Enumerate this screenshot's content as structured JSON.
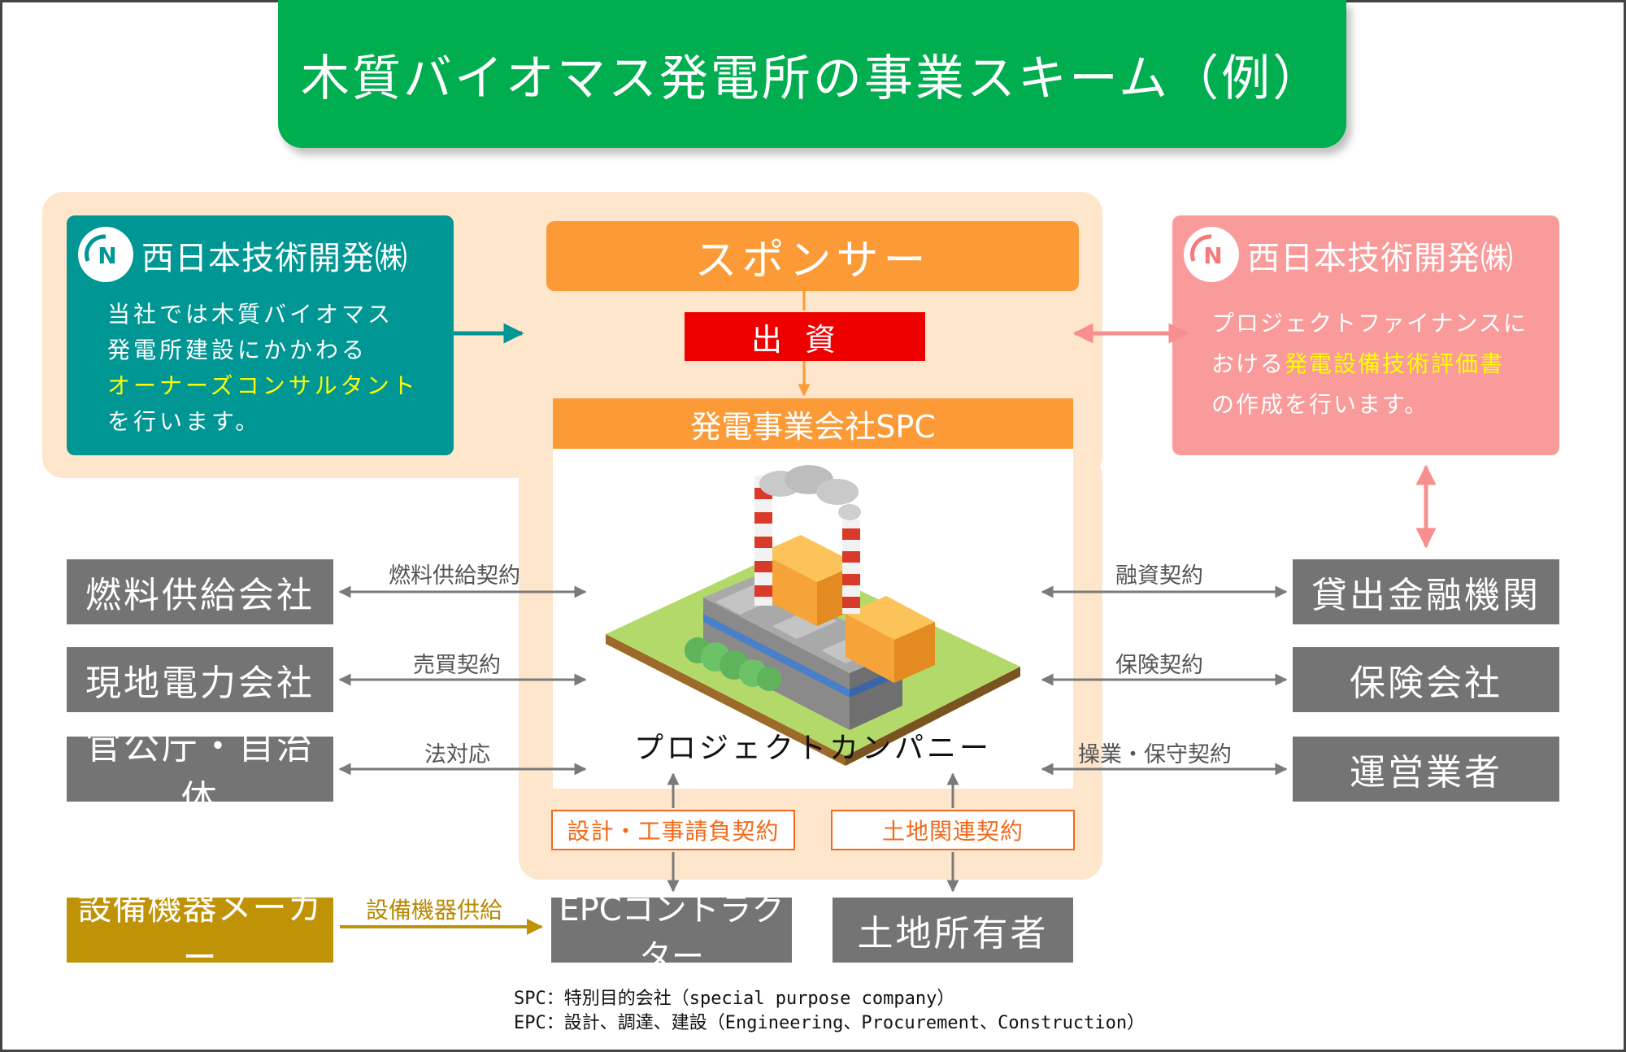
{
  "title": "木質バイオマス発電所の事業スキーム（例）",
  "sponsor": "スポンサー",
  "funding": "出資",
  "spc_header": "発電事業会社SPC",
  "project_company": "プロジェクトカンパニー",
  "left_card": {
    "company": "西日本技術開発㈱",
    "desc_line1": "当社では木質バイオマス",
    "desc_line2": "発電所建設にかかわる",
    "desc_highlight": "オーナーズコンサルタント",
    "desc_line4": "を行います。"
  },
  "right_card": {
    "company": "西日本技術開発㈱",
    "desc_line1": "プロジェクトファイナンスに",
    "desc_prefix": "おける",
    "desc_highlight": "発電設備技術評価書",
    "desc_line3": "の作成を行います。"
  },
  "left_parties": [
    {
      "name": "燃料供給会社",
      "contract": "燃料供給契約"
    },
    {
      "name": "現地電力会社",
      "contract": "売買契約"
    },
    {
      "name": "官公庁・自治体",
      "contract": "法対応"
    }
  ],
  "right_parties": [
    {
      "name": "貸出金融機関",
      "contract": "融資契約"
    },
    {
      "name": "保険会社",
      "contract": "保険契約"
    },
    {
      "name": "運営業者",
      "contract": "操業・保守契約"
    }
  ],
  "bottom": {
    "epc_contract": "設計・工事請負契約",
    "land_contract": "土地関連契約",
    "epc": "EPCコントラクター",
    "landowner": "土地所有者",
    "maker": "設備機器メーカー",
    "supply": "設備機器供給"
  },
  "footnotes": {
    "spc": "SPC：特別目的会社（special purpose company）",
    "epc": "EPC：設計、調達、建設（Engineering、Procurement、Construction）"
  },
  "colors": {
    "title_green": "#00ad4f",
    "orange": "#fb9a36",
    "red": "#ee0000",
    "teal": "#009694",
    "pink": "#f99b9b",
    "grey": "#747474",
    "gold": "#c09307",
    "peach": "#fde6cc"
  }
}
